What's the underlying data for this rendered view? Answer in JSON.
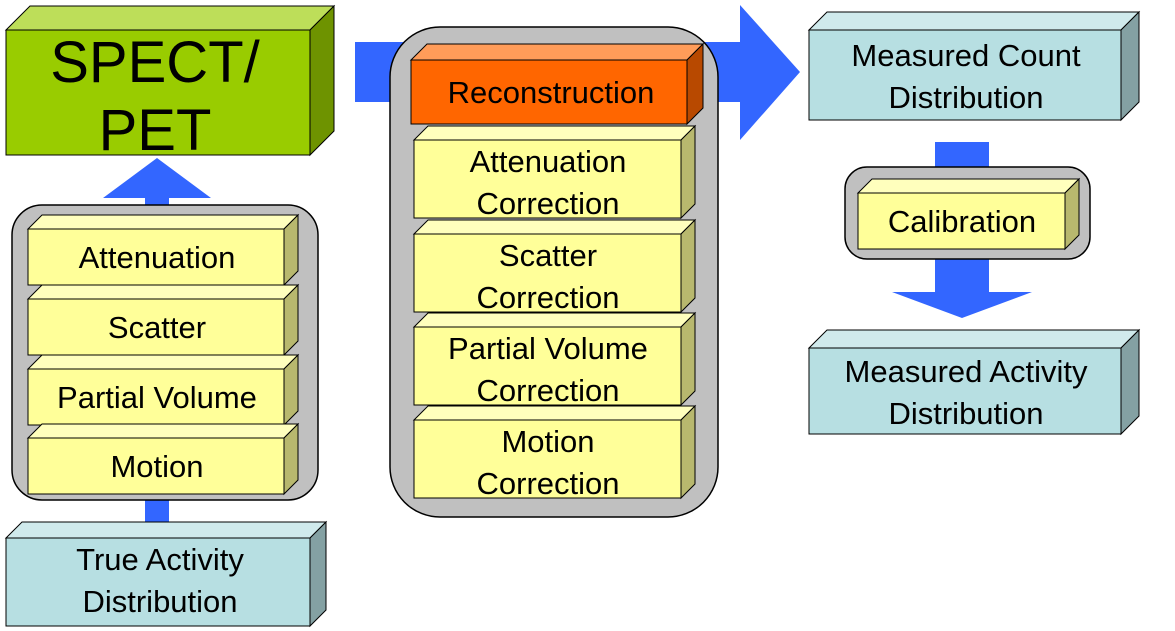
{
  "colors": {
    "arrow": "#3366ff",
    "group_frame": "#c0c0c0",
    "yellow_box": "#ffff99",
    "green_box": "#99cc00",
    "cyan_box": "#b7dfe2",
    "orange_box": "#ff6600"
  },
  "spect_pet": {
    "line1": "SPECT/",
    "line2": "PET"
  },
  "degradation": {
    "items": [
      {
        "label": "Attenuation"
      },
      {
        "label": "Scatter"
      },
      {
        "label": "Partial Volume"
      },
      {
        "label": "Motion"
      }
    ]
  },
  "true_activity": {
    "line1": "True Activity",
    "line2": "Distribution"
  },
  "reconstruction": {
    "title": "Reconstruction",
    "corrections": [
      {
        "line1": "Attenuation",
        "line2": "Correction"
      },
      {
        "line1": "Scatter",
        "line2": "Correction"
      },
      {
        "line1": "Partial Volume",
        "line2": "Correction"
      },
      {
        "line1": "Motion",
        "line2": "Correction"
      }
    ]
  },
  "measured_count": {
    "line1": "Measured Count",
    "line2": "Distribution"
  },
  "calibration": {
    "label": "Calibration"
  },
  "measured_activity": {
    "line1": "Measured Activity",
    "line2": "Distribution"
  }
}
